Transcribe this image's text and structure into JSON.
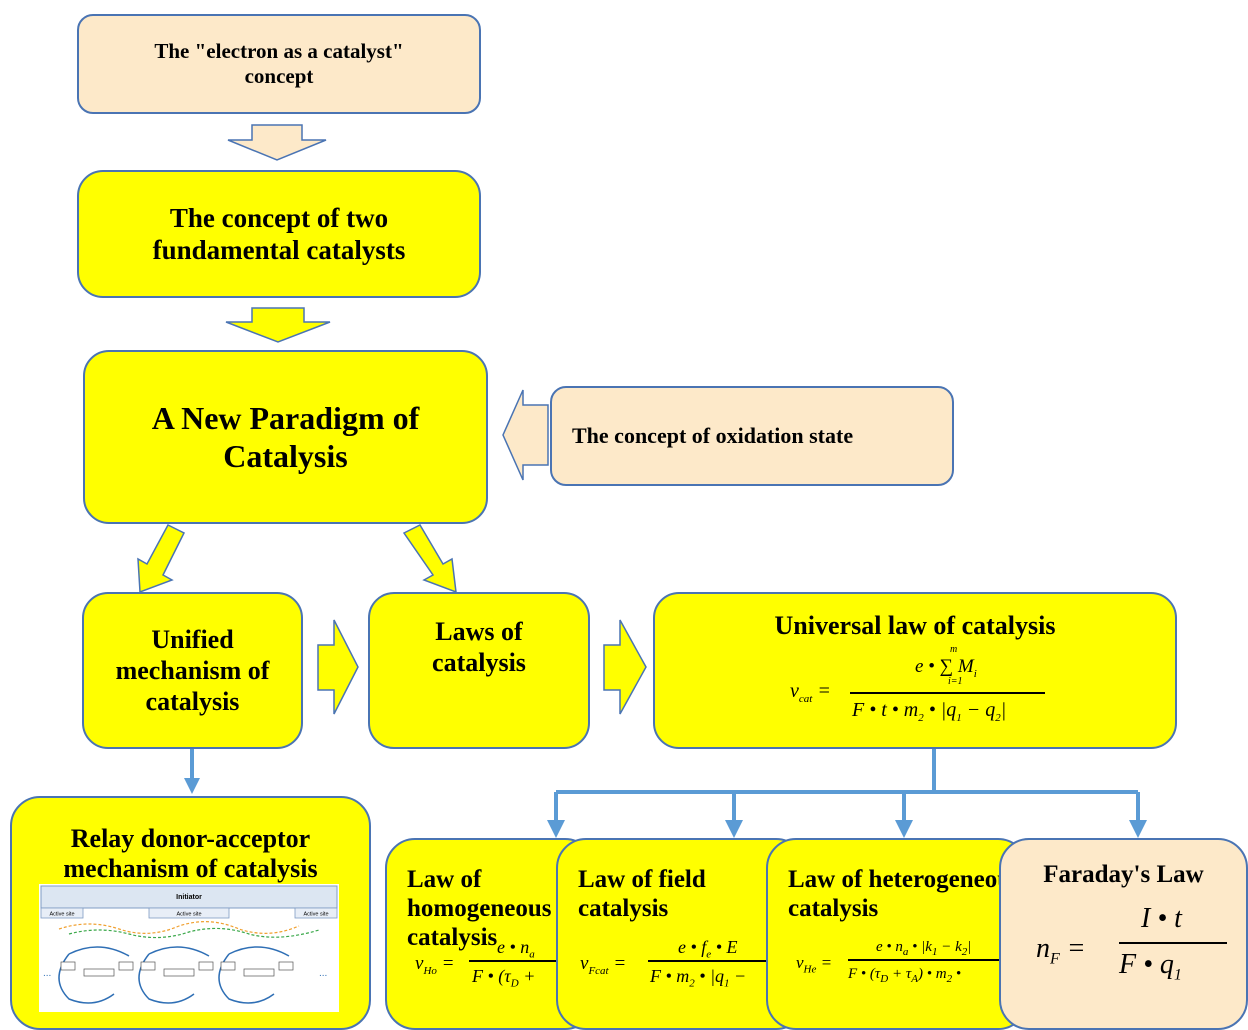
{
  "nodes": {
    "electron_catalyst": "The \"electron as a catalyst\" concept",
    "two_catalysts": "The concept of two fundamental catalysts",
    "new_paradigm": "A New Paradigm of Catalysis",
    "oxidation_state": "The concept of oxidation state",
    "unified_mechanism": "Unified mechanism of catalysis",
    "laws_of_catalysis": "Laws of catalysis",
    "universal_law": "Universal law of catalysis",
    "relay_mechanism": "Relay donor-acceptor mechanism of catalysis",
    "law_homogeneous": "Law of homogeneous catalysis",
    "law_field": "Law of field catalysis",
    "law_heterogeneous": "Law of heterogeneous catalysis",
    "faraday": "Faraday's Law"
  },
  "mechanism_image": {
    "header": "Initiator",
    "labels": [
      "Active site",
      "Active site",
      "Active site"
    ]
  },
  "colors": {
    "main_box": "#ffff00",
    "secondary_box": "#fde9c9",
    "border": "#4a74b3",
    "connector": "#5b9bd5"
  }
}
